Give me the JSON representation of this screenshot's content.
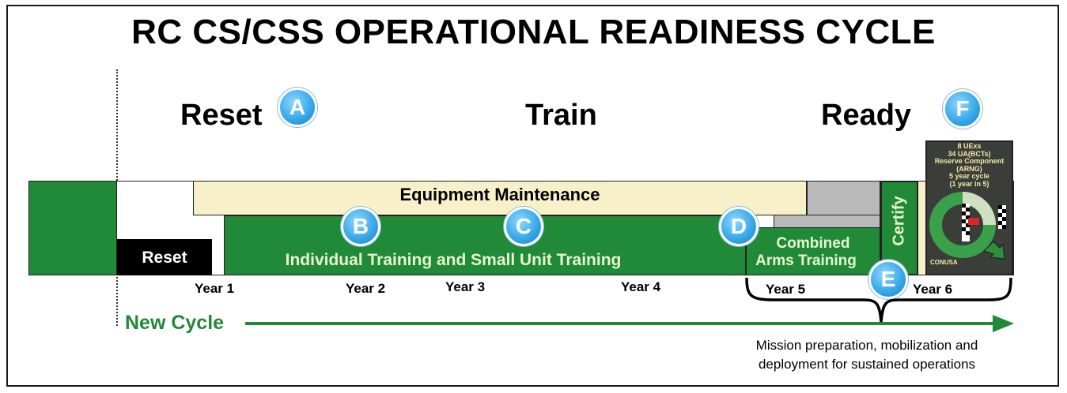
{
  "title": "RC CS/CSS OPERATIONAL READINESS CYCLE",
  "phases": {
    "reset": "Reset",
    "train": "Train",
    "ready": "Ready"
  },
  "badges": [
    "A",
    "B",
    "C",
    "D",
    "E",
    "F"
  ],
  "bars": {
    "equipment_maintenance": "Equipment Maintenance",
    "reset": "Reset",
    "individual_training": "Individual Training and Small Unit Training",
    "combined_arms_line1": "Combined",
    "combined_arms_line2": "Arms Training",
    "certify": "Certify"
  },
  "years": [
    "Year 1",
    "Year 2",
    "Year 3",
    "Year 4",
    "Year 5",
    "Year 6"
  ],
  "arrow_label": "New Cycle",
  "caption_line1": "Mission preparation, mobilization and",
  "caption_line2": "deployment for sustained operations",
  "inset": {
    "lines": [
      "8 UExs",
      "34 UA(BCTs)",
      "Reserve Component",
      "(ARNG)",
      "5 year cycle",
      "(1 year in 5)"
    ],
    "conusa": "CONUSA"
  },
  "colors": {
    "green": "#218a39",
    "cream": "#f7f0c8",
    "gray": "#b9b9b9",
    "badge_blue": "#3aa9ea",
    "inset_bg": "#3a3d38"
  }
}
